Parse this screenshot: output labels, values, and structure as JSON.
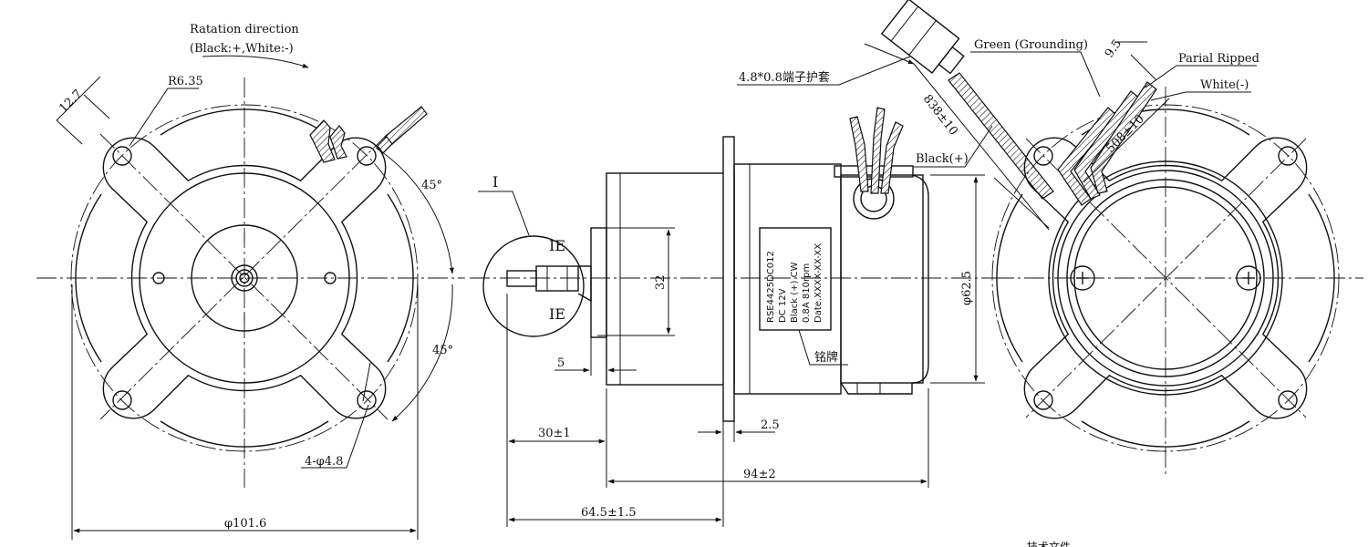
{
  "front_view": {
    "rotation_title": "Ratation direction",
    "rotation_sub": "(Black:+,White:-)",
    "radius": "R6.35",
    "edge_width": "12.7",
    "angle_upper": "45°",
    "angle_lower": "45°",
    "holes": "4-φ4.8",
    "diameter": "φ101.6"
  },
  "side_view": {
    "detail_marker": "I",
    "flat_upper": "IE",
    "flat_lower": "IE",
    "shaft_length": "32",
    "shaft_flat": "5",
    "shaft_extension": "30±1",
    "flange_thickness": "2.5",
    "body_length": "94±2",
    "total_length": "64.5±1.5",
    "body_diameter": "φ62.5",
    "terminal_cover": "4.8*0.8端子护套",
    "lead_length_long": "838±10",
    "black_lead": "Black(+)",
    "nameplate_label": "铭牌"
  },
  "nameplate": {
    "line1": "RSE4425DC012",
    "line2": "DC  12V",
    "line3": "Black (+) CW",
    "line4": "0.8A  810rpm",
    "line5": "Date.XXXX-XX-XX"
  },
  "rear_view": {
    "grounding": "Green (Grounding)",
    "strip_length": "9.5",
    "partial_ripped": "Parial Ripped",
    "white_lead": "White(-)",
    "lead_length_short": "508±10"
  },
  "footer_text": "技术文件"
}
